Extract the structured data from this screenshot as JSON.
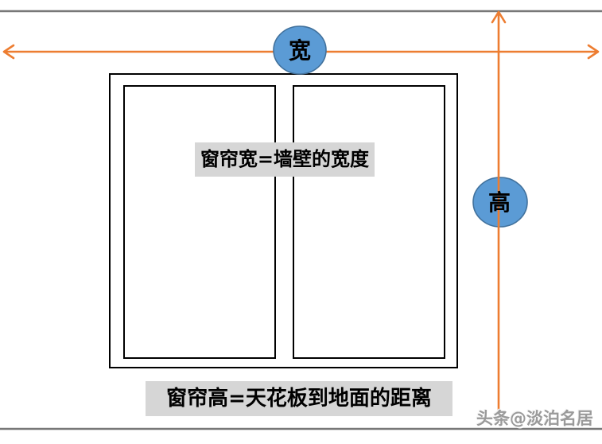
{
  "diagram": {
    "width_label": "宽",
    "height_label": "高",
    "curtain_width_note": "窗帘宽=墙壁的宽度",
    "curtain_height_note": "窗帘高=天花板到地面的距离",
    "watermark": "头条@淡泊名居",
    "colors": {
      "arrow": "#ED7D31",
      "ellipse_fill": "#5B9BD5",
      "ellipse_border": "#41719C",
      "note_bg": "#D6D6D6",
      "frame": "#000000",
      "wall_line": "#787878"
    }
  }
}
